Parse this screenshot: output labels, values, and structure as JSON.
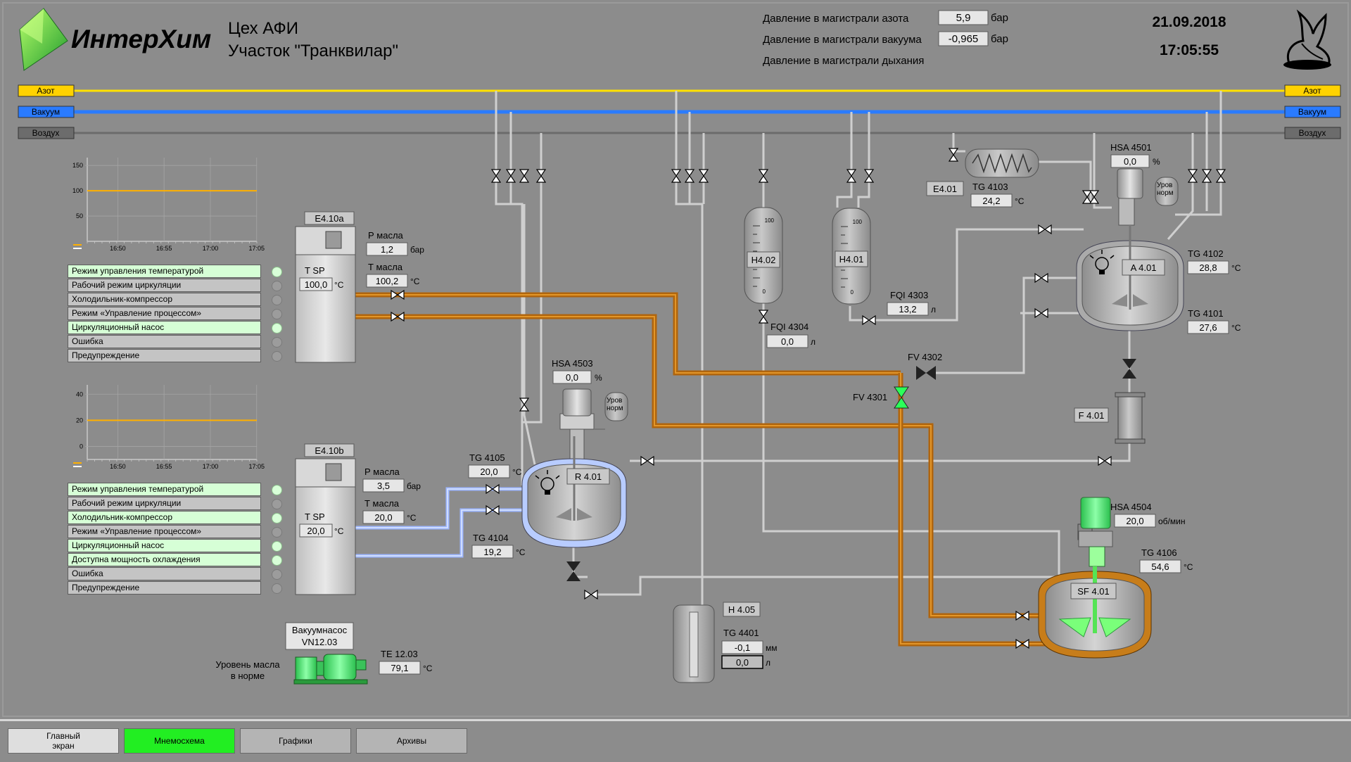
{
  "header": {
    "logo_text": "ИнтерХим",
    "title_line1": "Цех АФИ",
    "title_line2": "Участок \"Транквилар\"",
    "date": "21.09.2018",
    "time": "17:05:55",
    "pressures": [
      {
        "label": "Давление в магистрали азота",
        "value": "5,9",
        "unit": "бар"
      },
      {
        "label": "Давление в магистрали вакуума",
        "value": "-0,965",
        "unit": "бар"
      },
      {
        "label": "Давление в магистрали дыхания"
      }
    ]
  },
  "lines": {
    "nitrogen": "Азот",
    "vacuum": "Вакуум",
    "air": "Воздух",
    "colors": {
      "nitrogen": "#ffd200",
      "vacuum": "#2a7bff",
      "air": "#6c6c6c"
    }
  },
  "charts": [
    {
      "type": "line",
      "y_ticks": [
        "150",
        "100",
        "50"
      ],
      "x_ticks": [
        "16:50",
        "16:55",
        "17:00",
        "17:05"
      ],
      "series": [
        {
          "values": [
            100,
            100,
            100,
            100,
            100
          ],
          "color": "#ffb000"
        }
      ],
      "ylim": [
        0,
        160
      ]
    },
    {
      "type": "line",
      "y_ticks": [
        "40",
        "20",
        "0"
      ],
      "x_ticks": [
        "16:50",
        "16:55",
        "17:00",
        "17:05"
      ],
      "series": [
        {
          "values": [
            20,
            20,
            20,
            20,
            20
          ],
          "color": "#ffb000"
        }
      ],
      "ylim": [
        -10,
        45
      ]
    }
  ],
  "status_panel_1": [
    {
      "label": "Режим управления температурой",
      "active": true
    },
    {
      "label": "Рабочий режим циркуляции",
      "active": false
    },
    {
      "label": "Холодильник-компрессор",
      "active": false
    },
    {
      "label": "Режим «Управление процессом»",
      "active": false
    },
    {
      "label": "Циркуляционный насос",
      "active": true
    },
    {
      "label": "Ошибка",
      "active": false
    },
    {
      "label": "Предупреждение",
      "active": false
    }
  ],
  "status_panel_2": [
    {
      "label": "Режим управления температурой",
      "active": true
    },
    {
      "label": "Рабочий режим циркуляции",
      "active": false
    },
    {
      "label": "Холодильник-компрессор",
      "active": true
    },
    {
      "label": "Режим «Управление процессом»",
      "active": false
    },
    {
      "label": "Циркуляционный насос",
      "active": true
    },
    {
      "label": "Доступна мощность охлаждения",
      "active": true
    },
    {
      "label": "Ошибка",
      "active": false
    },
    {
      "label": "Предупреждение",
      "active": false
    }
  ],
  "units": {
    "e410a": {
      "tag": "E4.10a",
      "p_label": "Р масла",
      "p_value": "1,2",
      "p_unit": "бар",
      "t_label": "Т масла",
      "t_value": "100,2",
      "t_unit": "°C",
      "tsp_label": "T SP",
      "tsp_value": "100,0",
      "tsp_unit": "°C"
    },
    "e410b": {
      "tag": "E4.10b",
      "p_label": "Р масла",
      "p_value": "3,5",
      "p_unit": "бар",
      "t_label": "Т масла",
      "t_value": "20,0",
      "t_unit": "°C",
      "tsp_label": "T SP",
      "tsp_value": "20,0",
      "tsp_unit": "°C"
    }
  },
  "reactor_r401": {
    "tag": "R 4.01",
    "level_label": "Уров\nнорм",
    "hsa": {
      "label": "HSA 4503",
      "value": "0,0",
      "unit": "%"
    },
    "tg4105": {
      "label": "TG 4105",
      "value": "20,0",
      "unit": "°C"
    },
    "tg4104": {
      "label": "TG 4104",
      "value": "19,2",
      "unit": "°C"
    }
  },
  "reactor_a401": {
    "tag": "A 4.01",
    "level_label": "Уров\nнорм",
    "hsa": {
      "label": "HSA 4501",
      "value": "0,0",
      "unit": "%"
    },
    "tg4102": {
      "label": "TG 4102",
      "value": "28,8",
      "unit": "°C"
    },
    "tg4101": {
      "label": "TG 4101",
      "value": "27,6",
      "unit": "°C"
    }
  },
  "filter_sf401": {
    "tag": "SF 4.01",
    "hsa": {
      "label": "HSA 4504",
      "value": "20,0",
      "unit": "об/мин"
    },
    "tg4106": {
      "label": "TG 4106",
      "value": "54,6",
      "unit": "°C"
    }
  },
  "condenser": {
    "tag": "E4.01",
    "tg4103": {
      "label": "TG 4103",
      "value": "24,2",
      "unit": "°C"
    }
  },
  "tanks": {
    "h402": {
      "tag": "H4.02",
      "scale": [
        "100",
        "0"
      ],
      "fqi": {
        "label": "FQI 4304",
        "value": "0,0",
        "unit": "л"
      }
    },
    "h401": {
      "tag": "H4.01",
      "scale": [
        "100",
        "0"
      ],
      "fqi": {
        "label": "FQI 4303",
        "value": "13,2",
        "unit": "л"
      }
    },
    "h405": {
      "tag": "H 4.05",
      "tg4401": {
        "label": "TG 4401",
        "value": "-0,1",
        "unit": "мм",
        "value2": "0,0",
        "unit2": "л"
      }
    }
  },
  "valves": {
    "fv4302": "FV 4302",
    "fv4301": "FV 4301"
  },
  "filter_f401": {
    "tag": "F 4.01"
  },
  "vacuum_pump": {
    "title_line1": "Вакуумнасос",
    "title_line2": "VN12.03",
    "oil_line1": "Уровень масла",
    "oil_line2": "в норме",
    "te": {
      "label": "TE 12.03",
      "value": "79,1",
      "unit": "°C"
    }
  },
  "footer": {
    "buttons": [
      {
        "label_line1": "Главный",
        "label_line2": "экран",
        "active": false
      },
      {
        "label_line1": "Мнемосхема",
        "label_line2": "",
        "active": true
      },
      {
        "label_line1": "Графики",
        "label_line2": "",
        "active": false
      },
      {
        "label_line1": "Архивы",
        "label_line2": "",
        "active": false
      }
    ]
  }
}
